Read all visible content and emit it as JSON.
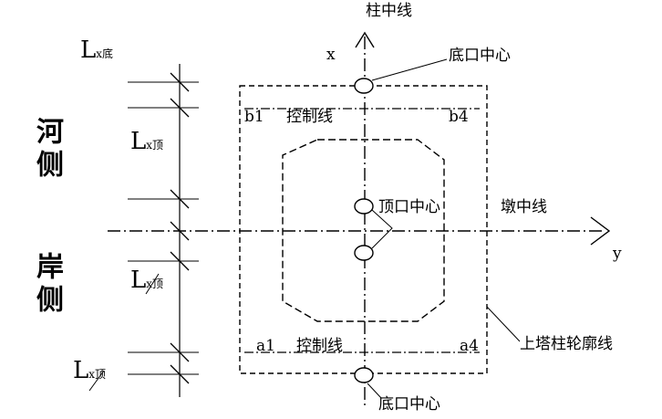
{
  "labels": {
    "column_centerline": "柱中线",
    "x_axis": "x",
    "y_axis": "y",
    "bottom_center_top": "底口中心",
    "bottom_center_bottom": "底口中心",
    "top_center": "顶口中心",
    "pier_centerline": "墩中线",
    "control_line_top": "控制线",
    "control_line_bottom": "控制线",
    "b1": "b1",
    "b4": "b4",
    "a1": "a1",
    "a4": "a4",
    "tower_outline": "上塔柱轮廓线",
    "river_side": "河侧",
    "shore_side": "岸侧"
  },
  "dimensions": [
    {
      "main": "L",
      "sub": "x底"
    },
    {
      "main": "L",
      "sub": "x顶"
    },
    {
      "main": "L",
      "sub": "x顶"
    },
    {
      "main": "L",
      "sub": "x顶"
    }
  ],
  "colors": {
    "line": "#000000",
    "background": "#ffffff"
  }
}
